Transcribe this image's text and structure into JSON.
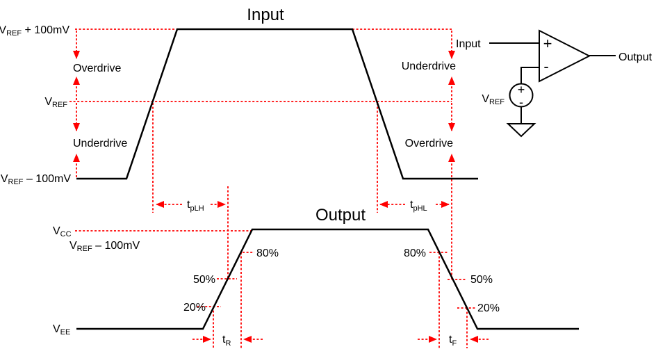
{
  "colors": {
    "annotation": "#ff0000",
    "line": "#000000",
    "background": "#ffffff"
  },
  "input_plot": {
    "title": "Input",
    "level_top": {
      "base": "V",
      "sub": "REF",
      "rest": " + 100mV"
    },
    "level_ref": {
      "base": "V",
      "sub": "REF",
      "rest": ""
    },
    "level_bottom": {
      "base": "V",
      "sub": "REF",
      "rest": " – 100mV"
    },
    "left_upper_region": "Overdrive",
    "left_lower_region": "Underdrive",
    "right_upper_region": "Underdrive",
    "right_lower_region": "Overdrive"
  },
  "output_plot": {
    "title": "Output",
    "level_vcc": {
      "base": "V",
      "sub": "CC",
      "rest": ""
    },
    "level_vref_minus": {
      "base": "V",
      "sub": "REF",
      "rest": " – 100mV"
    },
    "level_vee": {
      "base": "V",
      "sub": "EE",
      "rest": ""
    },
    "rise_p80": "80%",
    "rise_p50": "50%",
    "rise_p20": "20%",
    "fall_p80": "80%",
    "fall_p50": "50%",
    "fall_p20": "20%"
  },
  "timing": {
    "tplh": {
      "base": "t",
      "sub": "pLH"
    },
    "tphl": {
      "base": "t",
      "sub": "pHL"
    },
    "tr": {
      "base": "t",
      "sub": "R"
    },
    "tf": {
      "base": "t",
      "sub": "F"
    }
  },
  "schematic": {
    "input_label": "Input",
    "output_label": "Output",
    "vref_label": {
      "base": "V",
      "sub": "REF"
    },
    "plus_input_sign": "+",
    "minus_input_sign": "-",
    "source_plus_sign": "+",
    "source_minus_sign": "-"
  }
}
